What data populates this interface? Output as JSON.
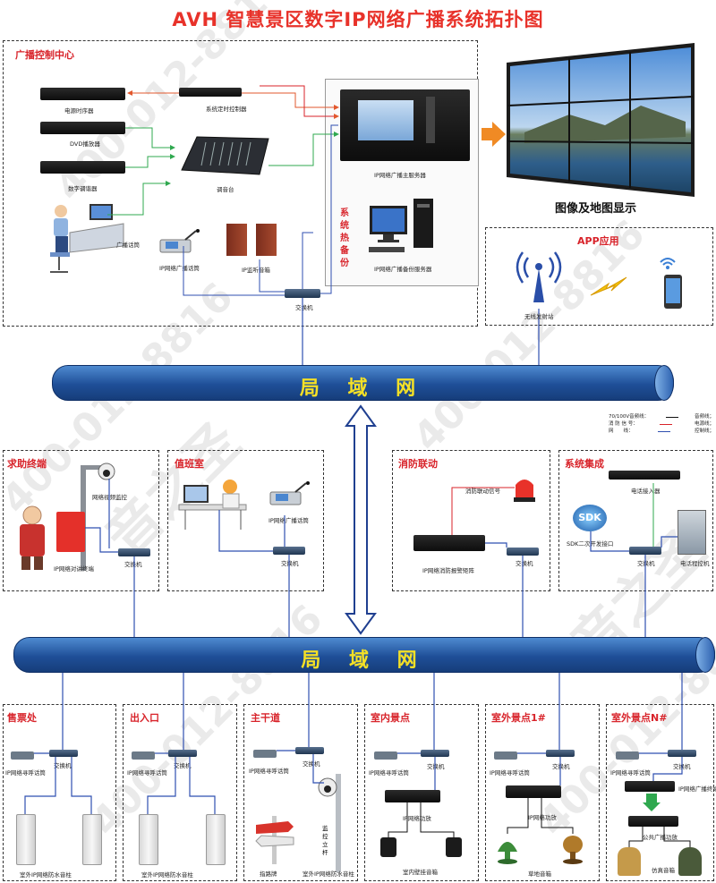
{
  "title": "AVH 智慧景区数字IP网络广播系统拓扑图",
  "watermark": {
    "text1": "400-012-8816",
    "text2": "音之圣"
  },
  "center": {
    "title": "广播控制中心",
    "devices": {
      "power_sequencer": "电源时序器",
      "dvd": "DVD播放器",
      "tuner": "数字调谐器",
      "mic_user": "广播话筒",
      "timer": "系统定时控制器",
      "mixer": "调音台",
      "main_server": "IP网络广播主服务器",
      "hot_backup": "系统热备份",
      "backup_server": "IP网络广播备份服务器",
      "ip_mic": "IP网络广播话筒",
      "monitor_speaker": "IP监听音箱",
      "switch": "交换机"
    }
  },
  "display": {
    "label": "图像及地图显示"
  },
  "app": {
    "title": "APP应用",
    "antenna": "无线发射站"
  },
  "lan": {
    "label": "局 域 网"
  },
  "legend": [
    {
      "label": "70/100V音频线：",
      "value": "音频线；"
    },
    {
      "label": "消 防 信 号：",
      "value": "电源线；"
    },
    {
      "label": "网　　线：",
      "value": "控制线；"
    }
  ],
  "help": {
    "title": "求助终端",
    "camera": "网络视频监控",
    "terminal": "IP网络对讲终端",
    "switch": "交换机"
  },
  "duty": {
    "title": "值班室",
    "mic": "IP网络广播话筒",
    "switch": "交换机"
  },
  "fire": {
    "title": "消防联动",
    "signal": "消防联动信号",
    "alarm": "IP网络消防报警矩阵",
    "switch": "交换机"
  },
  "integration": {
    "title": "系统集成",
    "phone": "电话接入器",
    "sdk": "SDK二次开发接口",
    "switch": "交换机",
    "cabinet": "电话程控机",
    "sdk_text": "SDK"
  },
  "zones": [
    {
      "title": "售票处",
      "mic": "IP网络寻呼话筒",
      "switch": "交换机",
      "speaker": "室外IP网络防水音柱"
    },
    {
      "title": "出入口",
      "mic": "IP网络寻呼话筒",
      "switch": "交换机",
      "speaker": "室外IP网络防水音柱"
    },
    {
      "title": "主干道",
      "mic": "IP网络寻呼话筒",
      "switch": "交换机",
      "pole": "监控立杆",
      "sign": "指路牌",
      "speaker": "室外IP网络防水音柱"
    },
    {
      "title": "室内景点",
      "mic": "IP网络寻呼话筒",
      "switch": "交换机",
      "amp": "IP网络功放",
      "speaker": "室内壁挂音箱"
    },
    {
      "title": "室外景点1#",
      "mic": "IP网络寻呼话筒",
      "switch": "交换机",
      "amp": "IP网络功放",
      "speaker": "草地音箱"
    },
    {
      "title": "室外景点N#",
      "mic": "IP网络寻呼话筒",
      "switch": "交换机",
      "terminal": "IP网络广播终端",
      "amp": "公共广播功放",
      "speaker": "仿真音箱"
    }
  ],
  "colors": {
    "title_red": "#e8322a",
    "lan_blue": "#1f4f98",
    "lan_text": "#f4e026",
    "net_line": "#2f4fb0",
    "audio_line": "#e2572c",
    "green_line": "#2fa84f"
  }
}
